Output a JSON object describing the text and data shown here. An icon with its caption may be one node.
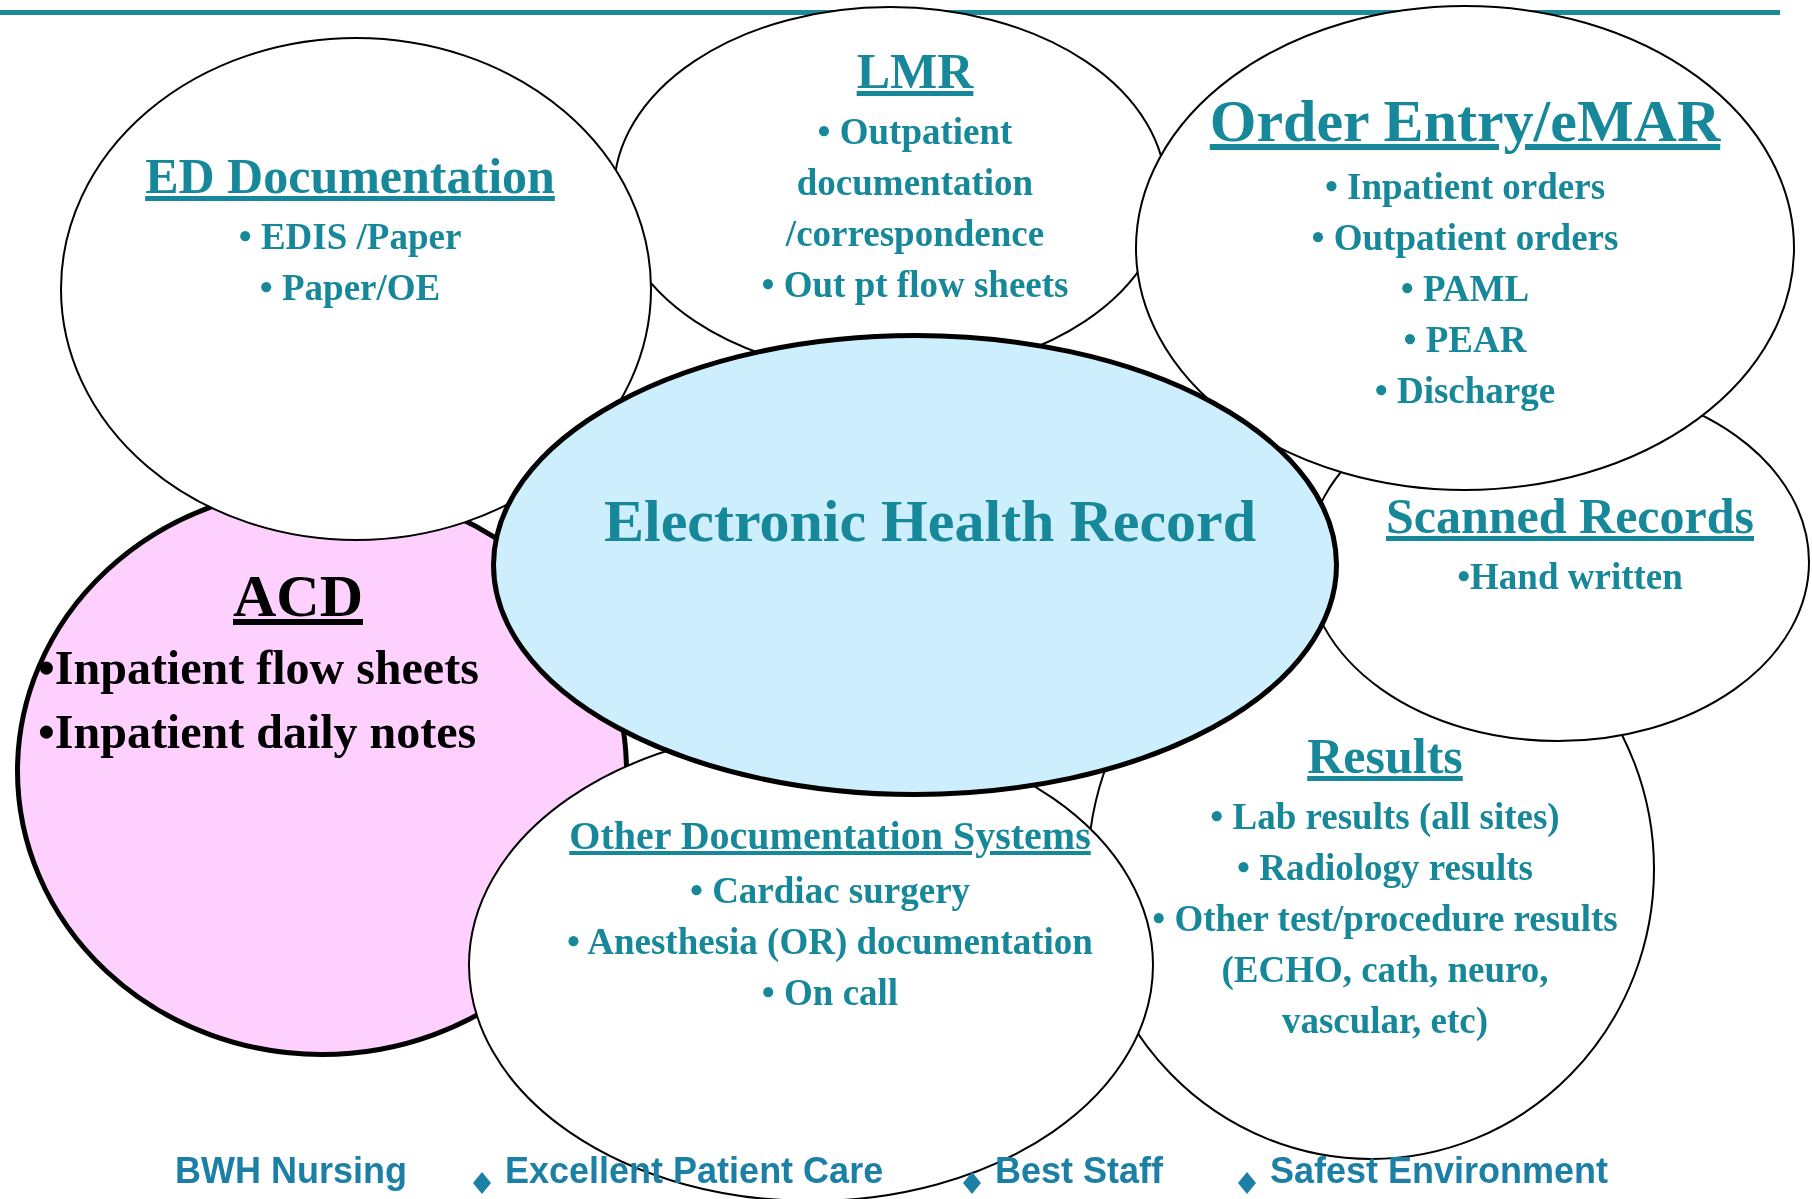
{
  "diagram": {
    "nodes": [
      {
        "text": [
          "LMR",
          "• Outpatient documentation /correspondence",
          "• Out pt flow sheets"
        ]
      },
      {
        "text": [
          "Results",
          "• Lab results (all sites)",
          "• Radiology results",
          "• Other test/procedure results (ECHO, cath, neuro, vascular, etc)"
        ]
      },
      {
        "text": [
          "Scanned Records",
          "•Hand written"
        ]
      },
      {
        "text": [
          "Order Entry/eMAR",
          "• Inpatient orders",
          "• Outpatient orders",
          "• PAML",
          "• PEAR",
          "• Discharge"
        ]
      },
      {
        "text": [
          "ACD",
          "•Inpatient flow sheets",
          "•Inpatient daily notes"
        ]
      },
      {
        "text": [
          "ED Documentation",
          "• EDIS /Paper",
          "• Paper/OE"
        ]
      },
      {
        "text": [
          "Other Documentation Systems",
          "• Cardiac surgery",
          "• Anesthesia (OR) documentation",
          "• On call"
        ]
      },
      {
        "text": [
          "Electronic Health Record"
        ]
      }
    ],
    "edges": [],
    "labels": [
      "BWH Nursing",
      "Excellent Patient Care",
      "Best Staff",
      "Safest Environment"
    ]
  }
}
